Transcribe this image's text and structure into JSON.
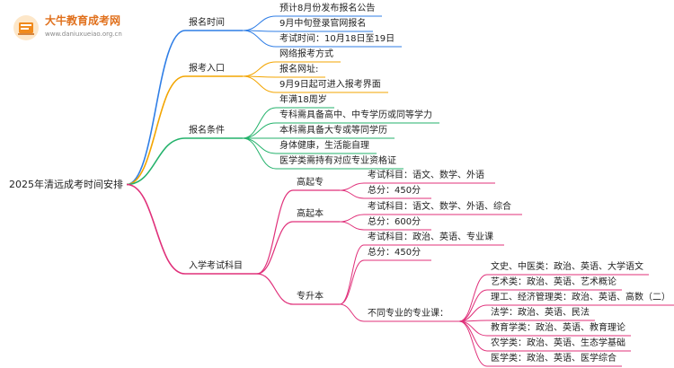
{
  "logo": {
    "title": "大牛教育成考网",
    "url": "www.daniuxueiao.org.cn"
  },
  "root": "2025年清远成考时间安排",
  "branches": [
    {
      "label": "报名时间",
      "color": "#2f7ee6",
      "children": [
        {
          "label": "预计8月份发布报名公告"
        },
        {
          "label": "9月中旬登录官网报名"
        },
        {
          "label": "考试时间：10月18日至19日"
        }
      ]
    },
    {
      "label": "报考入口",
      "color": "#f3a500",
      "children": [
        {
          "label": "网络报考方式"
        },
        {
          "label": "报名网址:"
        },
        {
          "label": "9月9日起可进入报考界面"
        }
      ]
    },
    {
      "label": "报名条件",
      "color": "#23b26b",
      "children": [
        {
          "label": "年满18周岁"
        },
        {
          "label": "专科需具备高中、中专学历或同等学力"
        },
        {
          "label": "本科需具备大专或等同学历"
        },
        {
          "label": "身体健康，生活能自理"
        },
        {
          "label": "医学类需持有对应专业资格证"
        }
      ]
    },
    {
      "label": "入学考试科目",
      "color": "#e0307a",
      "children": [
        {
          "label": "高起专",
          "children": [
            {
              "label": "考试科目：语文、数学、外语"
            },
            {
              "label": "总分：450分"
            }
          ]
        },
        {
          "label": "高起本",
          "children": [
            {
              "label": "考试科目：语文、数学、外语、综合"
            },
            {
              "label": "总分：600分"
            }
          ]
        },
        {
          "label": "专升本",
          "children": [
            {
              "label": "考试科目：政治、英语、专业课"
            },
            {
              "label": "总分：450分"
            },
            {
              "label": "不同专业的专业课：",
              "children": [
                {
                  "label": "文史、中医类：政治、英语、大学语文"
                },
                {
                  "label": "艺术类：政治、英语、艺术概论"
                },
                {
                  "label": "理工、经济管理类：政治、英语、高数（二）"
                },
                {
                  "label": "法学：政治、英语、民法"
                },
                {
                  "label": "教育学类：政治、英语、教育理论"
                },
                {
                  "label": "农学类：政治、英语、生态学基础"
                },
                {
                  "label": "医学类：政治、英语、医学综合"
                }
              ]
            }
          ]
        }
      ]
    }
  ]
}
